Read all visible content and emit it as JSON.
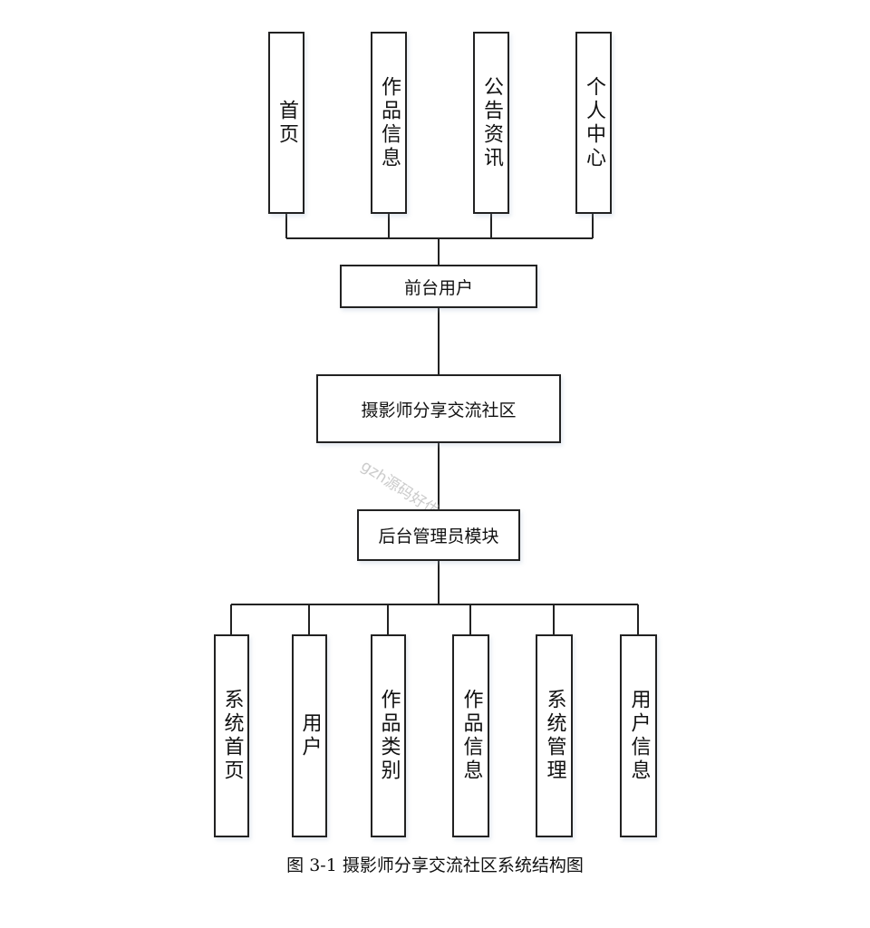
{
  "front": {
    "items": [
      "首页",
      "作品信息",
      "公告资讯",
      "个人中心"
    ],
    "label": "前台用户"
  },
  "system": {
    "label": "摄影师分享交流社区"
  },
  "back": {
    "label": "后台管理员模块",
    "items": [
      "系统首页",
      "用户",
      "作品类别",
      "作品信息",
      "系统管理",
      "用户信息"
    ]
  },
  "caption": "图  3-1  摄影师分享交流社区系统结构图",
  "watermark": "gzh源码好优多"
}
